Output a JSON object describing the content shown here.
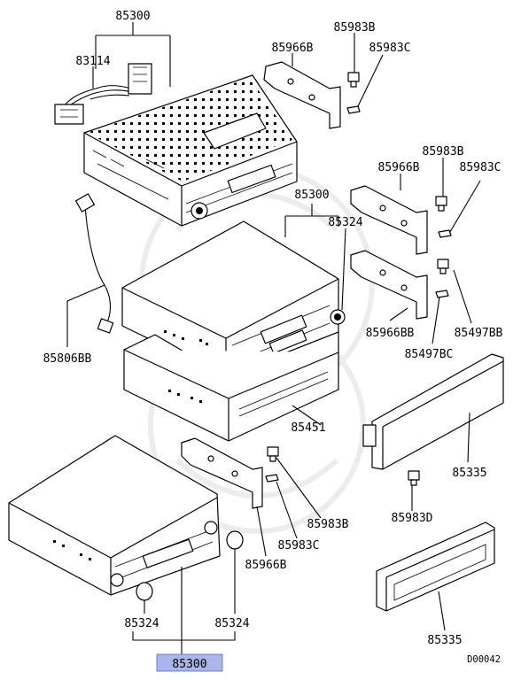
{
  "diagram": {
    "code": "D00042",
    "highlight_color": "#a9b7e8",
    "labels": {
      "a85300_top": "85300",
      "a83114": "83114",
      "a85966b_1": "85966B",
      "a85983b_1": "85983B",
      "a85983c_1": "85983C",
      "a85983b_2": "85983B",
      "a85966b_2": "85966B",
      "a85983c_2": "85983C",
      "a85300_mid": "85300",
      "a85324_top": "85324",
      "a85966bb": "85966BB",
      "a85497bb": "85497BB",
      "a85497bc": "85497BC",
      "a85806bb": "85806BB",
      "a85451": "85451",
      "a85335_1": "85335",
      "a85983d": "85983D",
      "a85983b_3": "85983B",
      "a85983c_3": "85983C",
      "a85966b_3": "85966B",
      "a85324_l": "85324",
      "a85324_r": "85324",
      "a85300_bottom": "85300",
      "a85335_2": "85335"
    }
  }
}
